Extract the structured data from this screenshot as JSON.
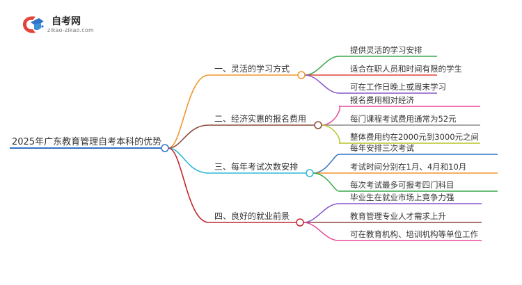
{
  "logo": {
    "title": "自考网",
    "url": "zikao-zikao.com"
  },
  "mindmap": {
    "root": "2025年广东教育管理自考本科的优势",
    "branches": [
      {
        "label": "一、灵活的学习方式",
        "color": "#f0962a",
        "children": [
          {
            "label": "提供灵活的学习安排",
            "color": "#3aa84a"
          },
          {
            "label": "适合在职人员和时间有限的学生",
            "color": "#e0453a"
          },
          {
            "label": "可在工作日晚上或周末学习",
            "color": "#8a55c8"
          }
        ]
      },
      {
        "label": "二、经济实惠的报名费用",
        "color": "#8a4a3c",
        "children": [
          {
            "label": "报名费用相对经济",
            "color": "#e64a98"
          },
          {
            "label": "每门课程考试费用通常为52元",
            "color": "#8c8c8c"
          },
          {
            "label": "整体费用约在2000元到3000元之间",
            "color": "#b8c228"
          }
        ]
      },
      {
        "label": "三、每年考试次数安排",
        "color": "#2ab8d8",
        "children": [
          {
            "label": "每年安排三次考试",
            "color": "#2f73c4"
          },
          {
            "label": "考试时间分别在1月、4月和10月",
            "color": "#f0962a"
          },
          {
            "label": "每次考试最多可报考四门科目",
            "color": "#3aa84a"
          }
        ]
      },
      {
        "label": "四、良好的就业前景",
        "color": "#c4262e",
        "children": [
          {
            "label": "毕业生在就业市场上竞争力强",
            "color": "#8a55c8"
          },
          {
            "label": "教育管理专业人才需求上升",
            "color": "#8a4a3c"
          },
          {
            "label": "可在教育机构、培训机构等单位工作",
            "color": "#e64a98"
          }
        ]
      }
    ]
  },
  "colors": {
    "root_line": "#2f73c4",
    "text": "#333333"
  }
}
